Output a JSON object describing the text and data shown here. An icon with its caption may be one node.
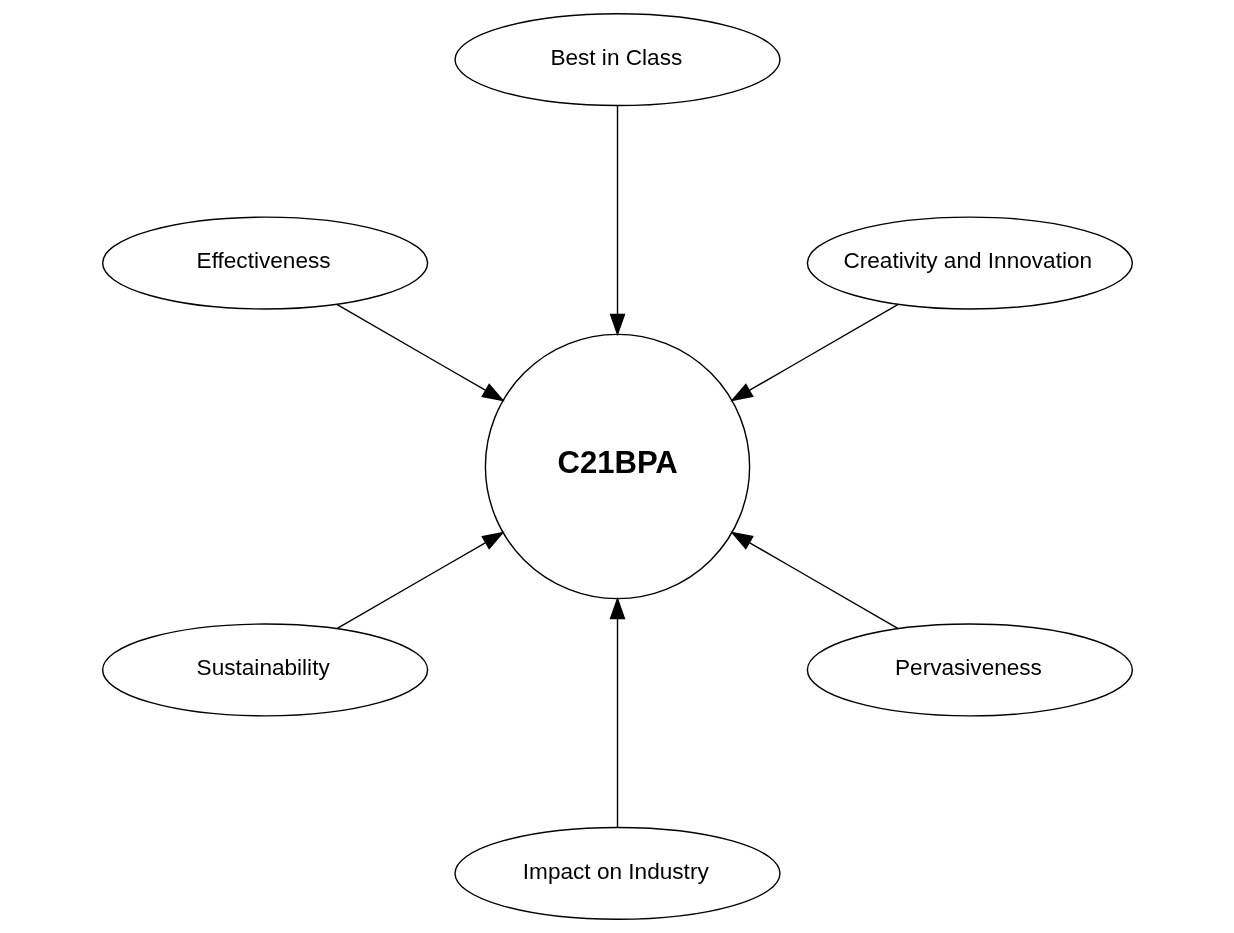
{
  "diagram": {
    "nodes": [
      {
        "text": [
          "Creativity and Innovation"
        ]
      },
      {
        "text": [
          "Best in Class"
        ]
      },
      {
        "text": [
          "Effectiveness"
        ]
      },
      {
        "text": [
          "C21BPA"
        ]
      },
      {
        "text": [
          "Sustainability"
        ]
      },
      {
        "text": [
          "Impact on Industry"
        ]
      },
      {
        "text": [
          "Pervasiveness"
        ]
      }
    ],
    "edges": [
      {
        "from": 0,
        "to": 3,
        "arrow": "to"
      },
      {
        "from": 1,
        "to": 3,
        "arrow": "to"
      },
      {
        "from": 2,
        "to": 3,
        "arrow": "to"
      },
      {
        "from": 4,
        "to": 3,
        "arrow": "to"
      },
      {
        "from": 5,
        "to": 3,
        "arrow": "to"
      },
      {
        "from": 6,
        "to": 3,
        "arrow": "to"
      }
    ]
  }
}
